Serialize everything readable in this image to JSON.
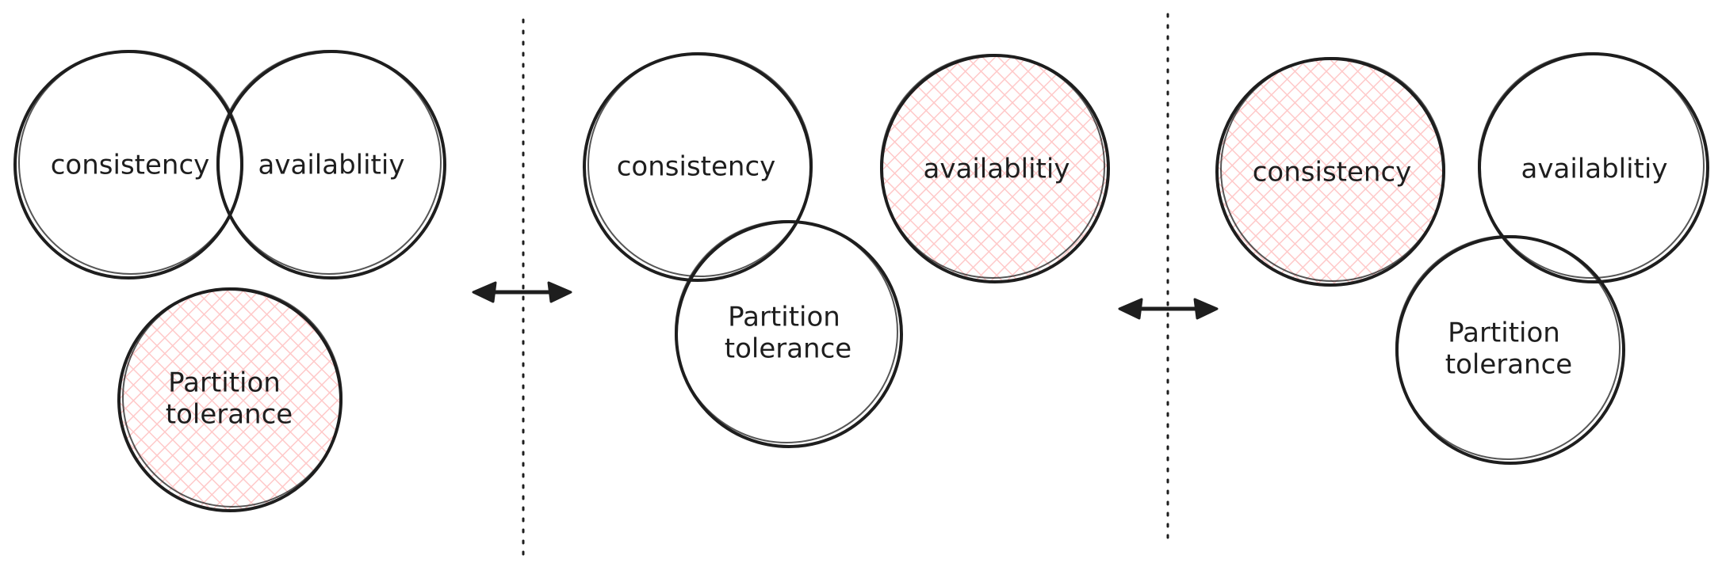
{
  "colors": {
    "stroke": "#1e1e1e",
    "hatch": "#ffc9c9",
    "background": "#ffffff"
  },
  "panels": [
    {
      "consistency": "consistency",
      "availability": "availablitiy",
      "partition_line1": "Partition",
      "partition_line2": "tolerance",
      "excluded": "partition-tolerance"
    },
    {
      "consistency": "consistency",
      "availability": "availablitiy",
      "partition_line1": "Partition",
      "partition_line2": "tolerance",
      "excluded": "availability"
    },
    {
      "consistency": "consistency",
      "availability": "availablitiy",
      "partition_line1": "Partition",
      "partition_line2": "tolerance",
      "excluded": "consistency"
    }
  ],
  "connectors": [
    {
      "type": "double-arrow"
    },
    {
      "type": "double-arrow"
    }
  ]
}
